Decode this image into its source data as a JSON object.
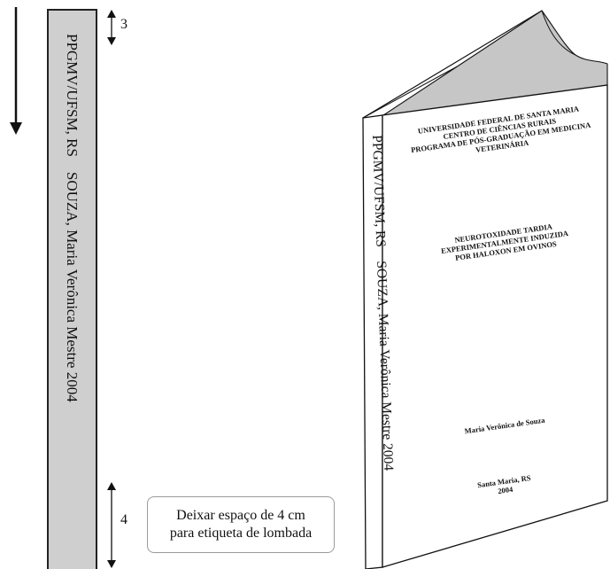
{
  "spine": {
    "text": "PPGMV/UFSM, RS    SOUZA, Maria Verônica Mestre 2004",
    "top_margin_label": "3",
    "bottom_margin_label": "4"
  },
  "note": {
    "line1": "Deixar espaço de 4 cm",
    "line2": "para etiqueta de lombada"
  },
  "book": {
    "spine_text": "PPGMV/UFSM, RS    SOUZA, Maria Verônica Mestre 2004",
    "header": [
      "UNIVERSIDADE FEDERAL DE SANTA MARIA",
      "CENTRO DE CIÊNCIAS RURAIS",
      "PROGRAMA DE PÓS-GRADUAÇÃO EM MEDICINA",
      "VETERINÁRIA"
    ],
    "title": [
      "NEUROTOXIDADE TARDIA",
      "EXPERIMENTALMENTE INDUZIDA",
      "POR HALOXON EM OVINOS"
    ],
    "author": "Maria Verônica de Souza",
    "place": "Santa Maria, RS",
    "year": "2004"
  }
}
